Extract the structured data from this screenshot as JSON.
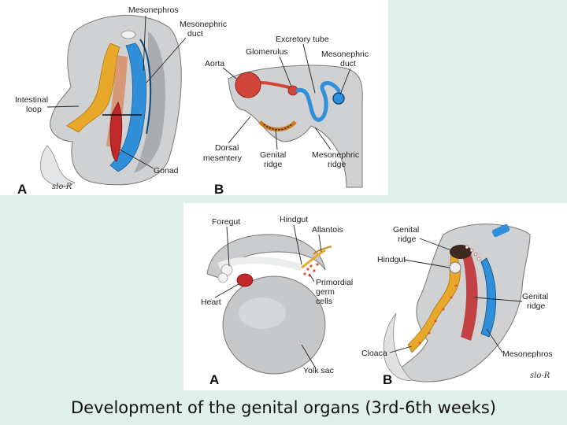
{
  "top_figure": {
    "panel_a": {
      "letter": "A",
      "signature": "slo-R",
      "labels": {
        "mesonephros": "Mesonephros",
        "mesonephric_duct_1": "Mesonephric",
        "mesonephric_duct_2": "duct",
        "intestinal_loop_1": "Intestinal",
        "intestinal_loop_2": "loop",
        "gonad": "Gonad"
      }
    },
    "panel_b": {
      "letter": "B",
      "labels": {
        "excretory_tube": "Excretory tube",
        "glomerulus": "Glomerulus",
        "mesonephric_duct_1": "Mesonephric",
        "mesonephric_duct_2": "duct",
        "aorta": "Aorta",
        "dorsal_mesentery_1": "Dorsal",
        "dorsal_mesentery_2": "mesentery",
        "genital_ridge_1": "Genital",
        "genital_ridge_2": "ridge",
        "mesonephric_ridge_1": "Mesonephric",
        "mesonephric_ridge_2": "ridge"
      }
    }
  },
  "bottom_figure": {
    "panel_a": {
      "letter": "A",
      "labels": {
        "foregut": "Foregut",
        "hindgut": "Hindgut",
        "allantois": "Allantois",
        "primordial_1": "Primordial",
        "primordial_2": "germ",
        "primordial_3": "cells",
        "heart": "Heart",
        "yolk_sac": "Yolk sac"
      }
    },
    "panel_b": {
      "letter": "B",
      "signature": "slo-R",
      "labels": {
        "genital_ridge_left_1": "Genital",
        "genital_ridge_left_2": "ridge",
        "hindgut": "Hindgut",
        "genital_ridge_right_1": "Genital",
        "genital_ridge_right_2": "ridge",
        "cloaca": "Cloaca",
        "mesonephros": "Mesonephros"
      }
    }
  },
  "caption": "Development of the genital organs (3rd-6th weeks)",
  "colors": {
    "background": "#dff0ea",
    "tissue_gray": "#c9cbcd",
    "gut_yellow": "#e8a82a",
    "duct_blue": "#2f8fd8",
    "gonad_red": "#c0282a",
    "aorta_red": "#d2453a"
  }
}
